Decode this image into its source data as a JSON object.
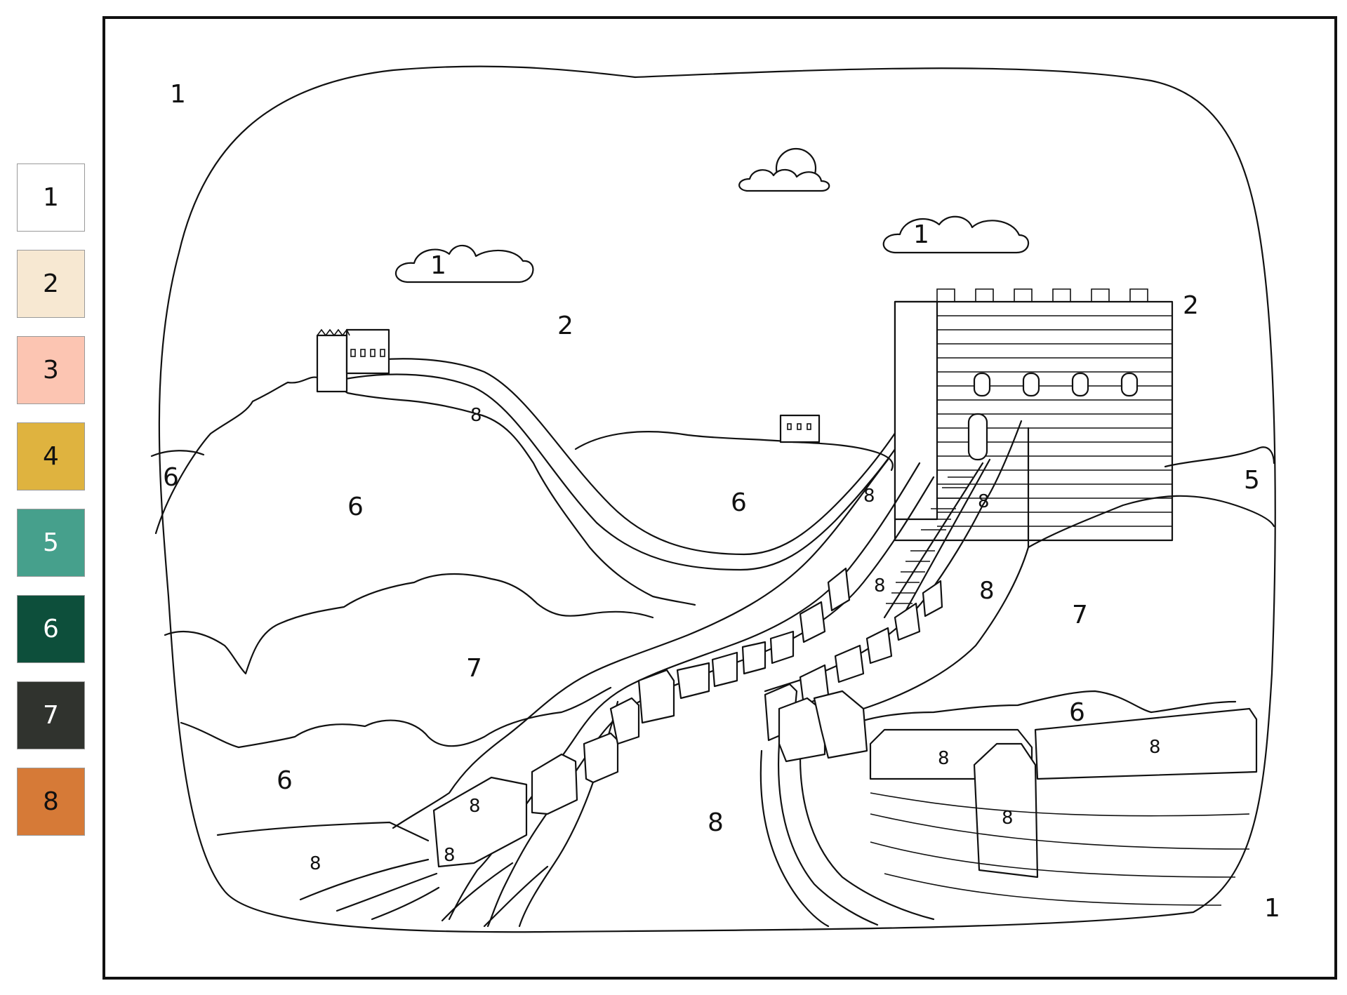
{
  "palette": [
    {
      "label": "1",
      "color": "#ffffff",
      "text_color": "#111111"
    },
    {
      "label": "2",
      "color": "#f7e8d2",
      "text_color": "#111111"
    },
    {
      "label": "3",
      "color": "#fcc5b2",
      "text_color": "#111111"
    },
    {
      "label": "4",
      "color": "#dfb33f",
      "text_color": "#111111"
    },
    {
      "label": "5",
      "color": "#46a08c",
      "text_color": "#ffffff"
    },
    {
      "label": "6",
      "color": "#0d4f3b",
      "text_color": "#ffffff"
    },
    {
      "label": "7",
      "color": "#30332e",
      "text_color": "#ffffff"
    },
    {
      "label": "8",
      "color": "#d67a37",
      "text_color": "#111111"
    }
  ],
  "region_numbers": {
    "bg_top_left": "1",
    "bg_bottom_right": "1",
    "cloud_left": "1",
    "cloud_right": "1",
    "sky_center": "2",
    "sky_right": "2",
    "hill_far_right": "5",
    "hill_edge_left": "6",
    "hill_left": "6",
    "hill_middle": "6",
    "hill_bottom_left": "6",
    "hill_bottom_right": "6",
    "fog_left": "7",
    "fog_right": "7",
    "wall_far": "8",
    "wall_mid_left": "8",
    "wall_mid_right": "8",
    "stairs": "8",
    "wall_center": "8",
    "wall_road": "8",
    "wall_bottom_left": "8",
    "wall_merlon_left": "8",
    "wall_merlon_left2": "8",
    "wall_right_a": "8",
    "wall_right_b": "8",
    "wall_right_c": "8"
  }
}
